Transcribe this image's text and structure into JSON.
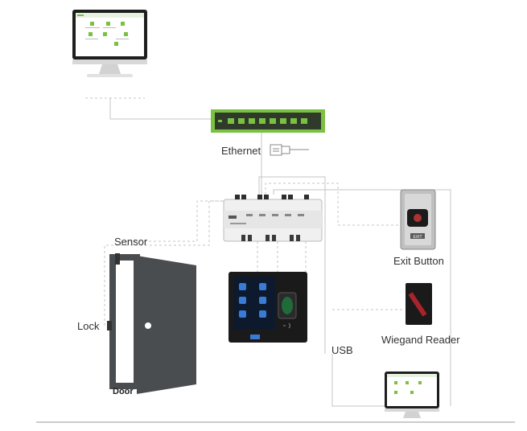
{
  "labels": {
    "ethernet": "Ethernet",
    "sensor": "Sensor",
    "lock": "Lock",
    "door": "Door",
    "exit_button": "Exit Button",
    "exit_plate_text": "EXIT",
    "wiegand_reader": "Wiegand Reader",
    "usb": "USB"
  },
  "colors": {
    "accent_green": "#7ac142",
    "switch_body": "#2f3a2a",
    "door": "#4a4d50",
    "terminal_screen": "#0d1a2e",
    "wiring": "#bdbdbd"
  }
}
